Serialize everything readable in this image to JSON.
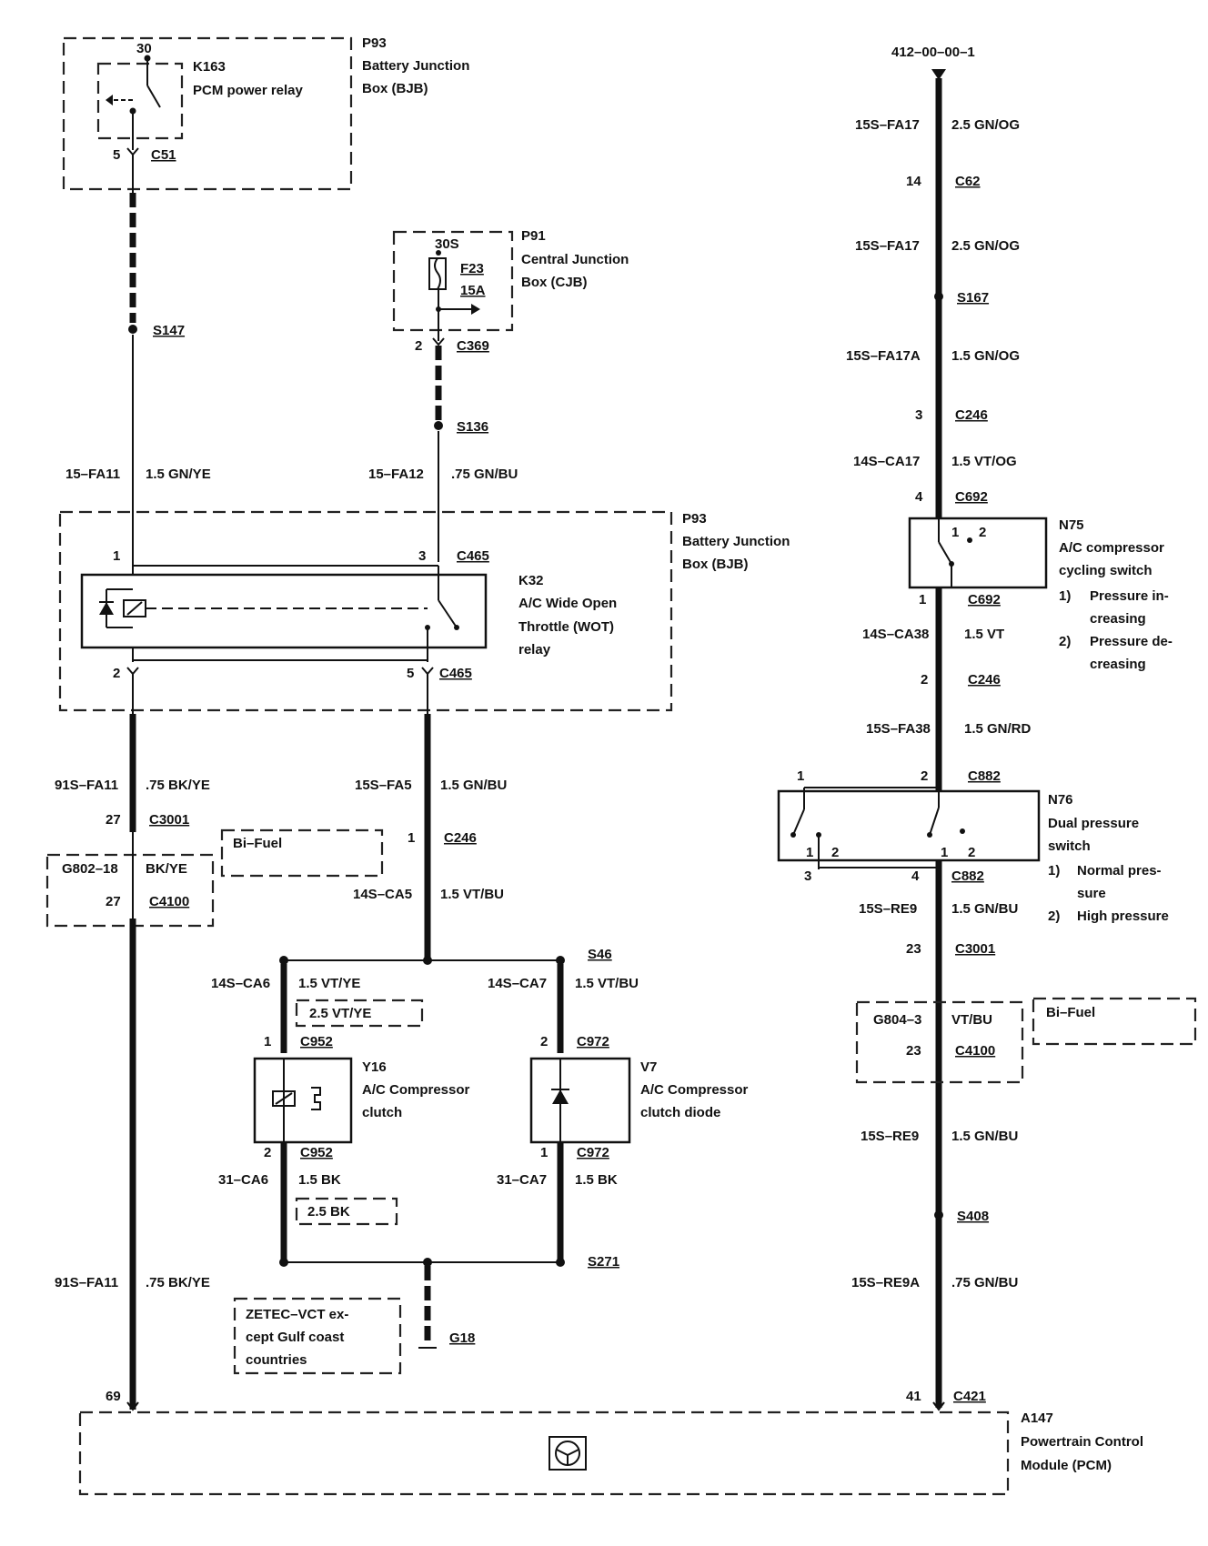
{
  "ref": "412–00–00–1",
  "top_box": {
    "id": "P93",
    "name1": "Battery Junction",
    "name2": "Box (BJB)"
  },
  "k163": {
    "id": "K163",
    "name": "PCM power relay",
    "pin_top": "30",
    "pin_bottom": "5",
    "connector": "C51"
  },
  "s147": "S147",
  "p91": {
    "id": "P91",
    "name1": "Central Junction",
    "name2": "Box (CJB)",
    "fuse_pin": "30S",
    "fuse": "F23",
    "fuse_rating": "15A",
    "pin": "2",
    "connector": "C369"
  },
  "s136": "S136",
  "w_fa11": {
    "circuit": "15–FA11",
    "wire": "1.5 GN/YE"
  },
  "w_fa12": {
    "circuit": "15–FA12",
    "wire": ".75 GN/BU"
  },
  "mid_box": {
    "id": "P93",
    "name1": "Battery Junction",
    "name2": "Box (BJB)"
  },
  "k32": {
    "id": "K32",
    "line1": "A/C Wide Open",
    "line2": "Throttle (WOT)",
    "line3": "relay",
    "pin1": "1",
    "pin3": "3",
    "pin2": "2",
    "pin5": "5",
    "conn_top": "C465",
    "conn_bottom": "C465"
  },
  "w_91sfa11": {
    "circuit": "91S–FA11",
    "wire": ".75 BK/YE"
  },
  "c3001_left": {
    "pin": "27",
    "connector": "C3001"
  },
  "bifuel_left": "Bi–Fuel",
  "g802": {
    "circuit": "G802–18",
    "wire": "BK/YE",
    "pin": "27",
    "connector": "C4100"
  },
  "w_fa5": {
    "circuit": "15S–FA5",
    "wire": "1.5 GN/BU"
  },
  "c246_mid": {
    "pin": "1",
    "connector": "C246"
  },
  "w_ca5": {
    "circuit": "14S–CA5",
    "wire": "1.5 VT/BU"
  },
  "s46": "S46",
  "w_ca6": {
    "circuit": "14S–CA6",
    "wire": "1.5 VT/YE",
    "alt": "2.5 VT/YE"
  },
  "w_ca7": {
    "circuit": "14S–CA7",
    "wire": "1.5 VT/BU"
  },
  "y16": {
    "id": "Y16",
    "name1": "A/C Compressor",
    "name2": "clutch",
    "pin_top": "1",
    "conn_top": "C952",
    "pin_bottom": "2",
    "conn_bottom": "C952"
  },
  "v7": {
    "id": "V7",
    "name1": "A/C Compressor",
    "name2": "clutch diode",
    "pin_top": "2",
    "conn_top": "C972",
    "pin_bottom": "1",
    "conn_bottom": "C972"
  },
  "w_31ca6": {
    "circuit": "31–CA6",
    "wire": "1.5 BK",
    "alt": "2.5 BK"
  },
  "w_31ca7": {
    "circuit": "31–CA7",
    "wire": "1.5 BK"
  },
  "s271": "S271",
  "g18": "G18",
  "zetec": {
    "line1": "ZETEC–VCT ex-",
    "line2": "cept Gulf coast",
    "line3": "countries"
  },
  "w_91sfa11_b": {
    "circuit": "91S–FA11",
    "wire": ".75 BK/YE"
  },
  "pcm": {
    "id": "A147",
    "name1": "Powertrain Control",
    "name2": "Module (PCM)",
    "pin_left": "69",
    "pin_right": "41",
    "connector": "C421"
  },
  "right": {
    "w1": {
      "circuit": "15S–FA17",
      "wire": "2.5 GN/OG"
    },
    "c62": {
      "pin": "14",
      "connector": "C62"
    },
    "w2": {
      "circuit": "15S–FA17",
      "wire": "2.5 GN/OG"
    },
    "s167": "S167",
    "w3": {
      "circuit": "15S–FA17A",
      "wire": "1.5 GN/OG"
    },
    "c246a": {
      "pin": "3",
      "connector": "C246"
    },
    "w4": {
      "circuit": "14S–CA17",
      "wire": "1.5 VT/OG"
    },
    "c692a": {
      "pin": "4",
      "connector": "C692"
    },
    "n75": {
      "id": "N75",
      "name1": "A/C compressor",
      "name2": "cycling switch",
      "pos1": "1",
      "pos2": "2",
      "note1_num": "1)",
      "note1_a": "Pressure in-",
      "note1_b": "creasing",
      "note2_num": "2)",
      "note2_a": "Pressure de-",
      "note2_b": "creasing"
    },
    "c692b": {
      "pin": "1",
      "connector": "C692"
    },
    "w5": {
      "circuit": "14S–CA38",
      "wire": "1.5 VT"
    },
    "c246b": {
      "pin": "2",
      "connector": "C246"
    },
    "w6": {
      "circuit": "15S–FA38",
      "wire": "1.5 GN/RD"
    },
    "c882a": {
      "pin_left": "1",
      "pin": "2",
      "connector": "C882"
    },
    "n76": {
      "id": "N76",
      "name1": "Dual pressure",
      "name2": "switch",
      "pos1": "1",
      "pos2": "2",
      "note1_num": "1)",
      "note1_a": "Normal pres-",
      "note1_b": "sure",
      "note2_num": "2)",
      "note2_a": "High pressure"
    },
    "c882b": {
      "pin_left": "3",
      "pin": "4",
      "connector": "C882"
    },
    "w7": {
      "circuit": "15S–RE9",
      "wire": "1.5 GN/BU"
    },
    "c3001": {
      "pin": "23",
      "connector": "C3001"
    },
    "g804": {
      "circuit": "G804–3",
      "wire": "VT/BU",
      "pin": "23",
      "connector": "C4100"
    },
    "bifuel": "Bi–Fuel",
    "w8": {
      "circuit": "15S–RE9",
      "wire": "1.5 GN/BU"
    },
    "s408": "S408",
    "w9": {
      "circuit": "15S–RE9A",
      "wire": ".75 GN/BU"
    }
  }
}
